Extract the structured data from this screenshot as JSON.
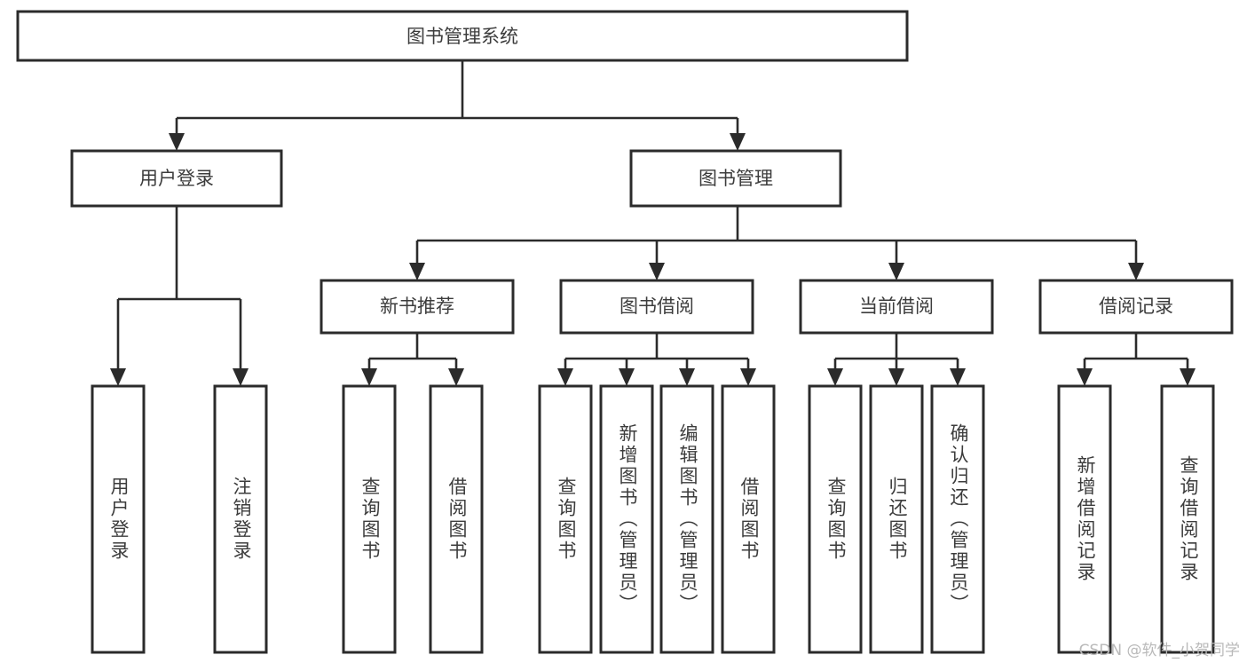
{
  "diagram": {
    "type": "tree",
    "title": "图书管理系统",
    "watermark": "CSDN @软件_小贺同学",
    "colors": {
      "box_stroke": "#2b2b2b",
      "box_fill": "#ffffff",
      "text": "#3c3c3c",
      "connector": "#2b2b2b",
      "background": "#ffffff",
      "watermark": "#b9b9b9"
    },
    "levels": {
      "root": "图书管理系统",
      "level2": [
        "用户登录",
        "图书管理"
      ],
      "level3": [
        "新书推荐",
        "图书借阅",
        "当前借阅",
        "借阅记录"
      ]
    },
    "nodes": {
      "root": {
        "label": "图书管理系统"
      },
      "user_login": {
        "label": "用户登录"
      },
      "book_manage": {
        "label": "图书管理"
      },
      "new_book_rec": {
        "label": "新书推荐"
      },
      "book_borrow": {
        "label": "图书借阅"
      },
      "current_borrow": {
        "label": "当前借阅"
      },
      "borrow_record": {
        "label": "借阅记录"
      },
      "leaf_user_login": {
        "label": "用户登录"
      },
      "leaf_logout": {
        "label": "注销登录"
      },
      "leaf_query_book_a": {
        "label": "查询图书"
      },
      "leaf_borrow_book_a": {
        "label": "借阅图书"
      },
      "leaf_query_book_b": {
        "label": "查询图书"
      },
      "leaf_add_book": {
        "label": "新增图书（管理员）"
      },
      "leaf_edit_book": {
        "label": "编辑图书（管理员）"
      },
      "leaf_borrow_book_b": {
        "label": "借阅图书"
      },
      "leaf_query_book_c": {
        "label": "查询图书"
      },
      "leaf_return_book": {
        "label": "归还图书"
      },
      "leaf_confirm_return": {
        "label": "确认归还（管理员）"
      },
      "leaf_add_record": {
        "label": "新增借阅记录"
      },
      "leaf_query_record": {
        "label": "查询借阅记录"
      }
    },
    "edges": [
      {
        "from": "图书管理系统",
        "to": "用户登录"
      },
      {
        "from": "图书管理系统",
        "to": "图书管理"
      },
      {
        "from": "用户登录",
        "to": "用户登录"
      },
      {
        "from": "用户登录",
        "to": "注销登录"
      },
      {
        "from": "图书管理",
        "to": "新书推荐"
      },
      {
        "from": "图书管理",
        "to": "图书借阅"
      },
      {
        "from": "图书管理",
        "to": "当前借阅"
      },
      {
        "from": "图书管理",
        "to": "借阅记录"
      },
      {
        "from": "新书推荐",
        "to": "查询图书"
      },
      {
        "from": "新书推荐",
        "to": "借阅图书"
      },
      {
        "from": "图书借阅",
        "to": "查询图书"
      },
      {
        "from": "图书借阅",
        "to": "新增图书（管理员）"
      },
      {
        "from": "图书借阅",
        "to": "编辑图书（管理员）"
      },
      {
        "from": "图书借阅",
        "to": "借阅图书"
      },
      {
        "from": "当前借阅",
        "to": "查询图书"
      },
      {
        "from": "当前借阅",
        "to": "归还图书"
      },
      {
        "from": "当前借阅",
        "to": "确认归还（管理员）"
      },
      {
        "from": "借阅记录",
        "to": "新增借阅记录"
      },
      {
        "from": "借阅记录",
        "to": "查询借阅记录"
      }
    ]
  }
}
